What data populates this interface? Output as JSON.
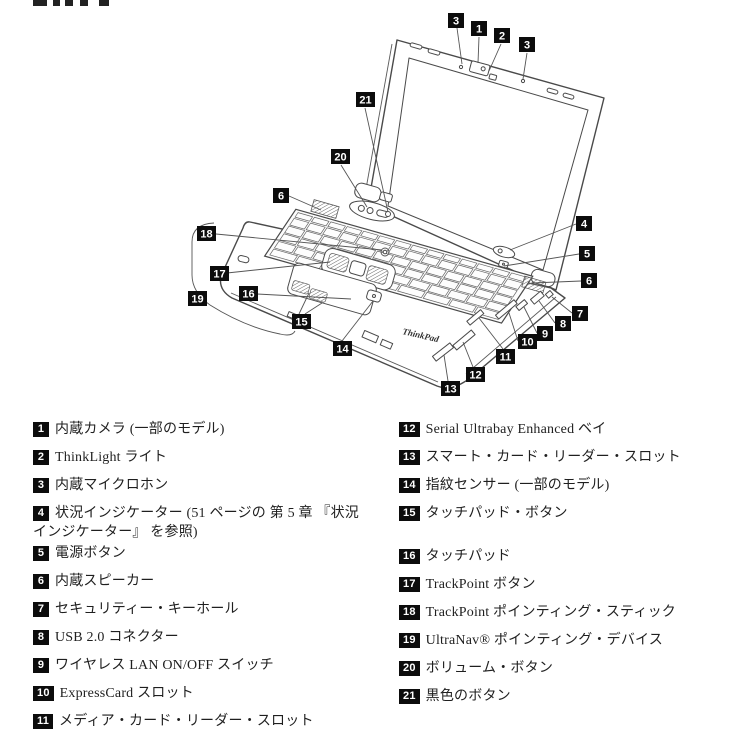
{
  "diagram": {
    "laptop_logo": "ThinkPad",
    "callouts": [
      "3",
      "1",
      "2",
      "3",
      "21",
      "20",
      "6",
      "18",
      "17",
      "16",
      "19",
      "15",
      "14",
      "4",
      "5",
      "6",
      "7",
      "8",
      "9",
      "10",
      "11",
      "12",
      "13"
    ]
  },
  "legend": {
    "left": [
      {
        "num": "1",
        "text": "内蔵カメラ (一部のモデル)"
      },
      {
        "num": "2",
        "text": "ThinkLight ライト"
      },
      {
        "num": "3",
        "text": "内蔵マイクロホン"
      },
      {
        "num": "4",
        "text": "状況インジケーター (51 ページの 第 5 章 『状況インジケーター』 を参照)"
      },
      {
        "num": "5",
        "text": "電源ボタン"
      },
      {
        "num": "6",
        "text": "内蔵スピーカー"
      },
      {
        "num": "7",
        "text": "セキュリティー・キーホール"
      },
      {
        "num": "8",
        "text": "USB 2.0 コネクター"
      },
      {
        "num": "9",
        "text": "ワイヤレス LAN ON/OFF スイッチ"
      },
      {
        "num": "10",
        "text": "ExpressCard スロット"
      },
      {
        "num": "11",
        "text": "メディア・カード・リーダー・スロット"
      }
    ],
    "right": [
      {
        "num": "12",
        "text": "Serial Ultrabay Enhanced ベイ"
      },
      {
        "num": "13",
        "text": "スマート・カード・リーダー・スロット"
      },
      {
        "num": "14",
        "text": "指紋センサー (一部のモデル)"
      },
      {
        "num": "15",
        "text": "タッチパッド・ボタン"
      },
      {
        "num": "16",
        "text": "タッチパッド"
      },
      {
        "num": "17",
        "text": "TrackPoint ボタン"
      },
      {
        "num": "18",
        "text": "TrackPoint ポインティング・スティック"
      },
      {
        "num": "19",
        "text": "UltraNav® ポインティング・デバイス"
      },
      {
        "num": "20",
        "text": "ボリューム・ボタン"
      },
      {
        "num": "21",
        "text": "黒色のボタン"
      }
    ]
  },
  "colors": {
    "line": "#4a4a4a",
    "callout_bg": "#0c0c0c",
    "callout_fg": "#ffffff",
    "text": "#1f1f1f"
  }
}
